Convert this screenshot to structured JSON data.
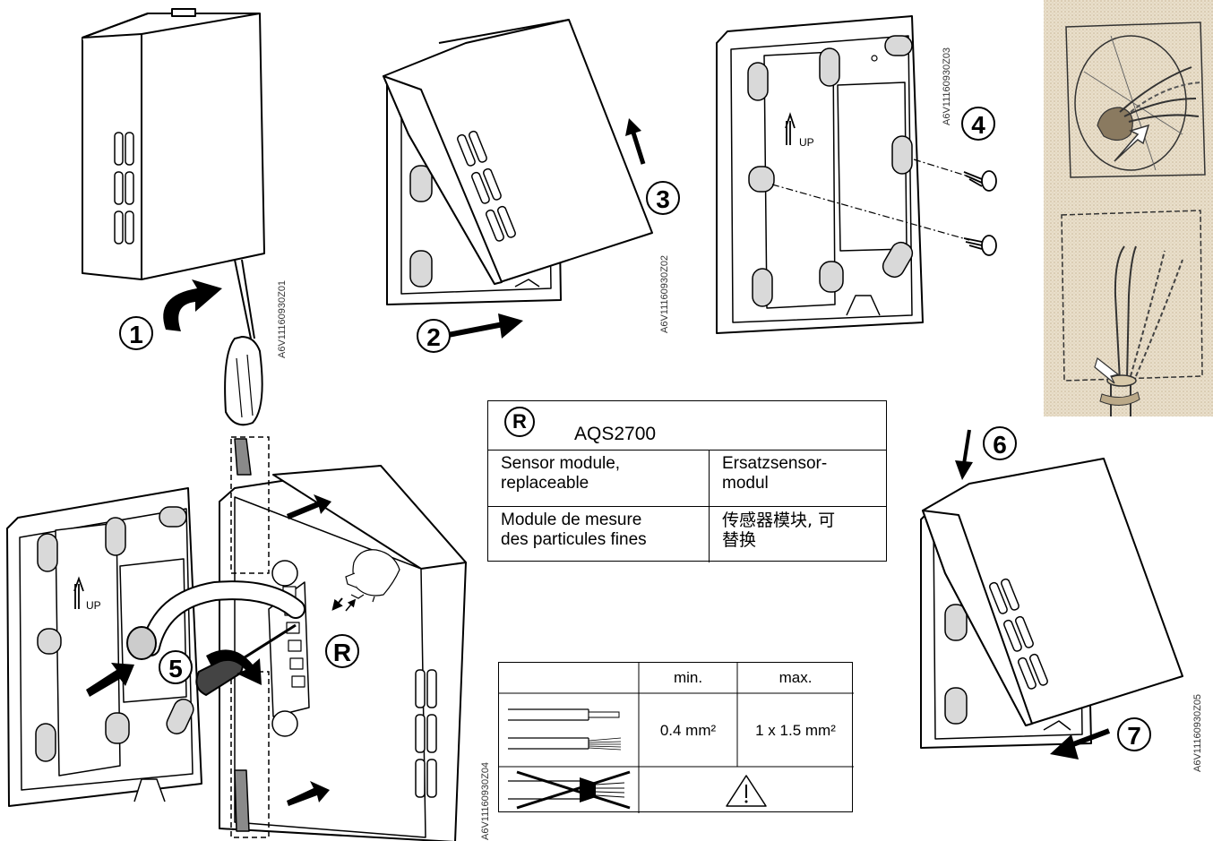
{
  "steps": [
    "1",
    "2",
    "3",
    "4",
    "5",
    "6",
    "7"
  ],
  "up_label": "UP",
  "module_marker": "R",
  "codes": {
    "z01": "A6V11160930Z01",
    "z02": "A6V11160930Z02",
    "z03": "A6V11160930Z03",
    "z04": "A6V11160930Z04",
    "z05": "A6V11160930Z05"
  },
  "replacement_table": {
    "marker": "R",
    "model": "AQS2700",
    "rows": [
      [
        "Sensor module,\nreplaceable",
        "Ersatzsensor-\nmodul"
      ],
      [
        "Module de mesure\ndes particules fines",
        "传感器模块, 可\n替换"
      ]
    ]
  },
  "wire_table": {
    "col_min": "min.",
    "col_max": "max.",
    "min_value": "0.4 mm²",
    "max_value": "1 x 1.5 mm²",
    "warning_icon": "warning-triangle-icon"
  },
  "colors": {
    "ink": "#000000",
    "screw_hole": "#d9d9d9",
    "photo_bg": "#e7dcc8"
  }
}
